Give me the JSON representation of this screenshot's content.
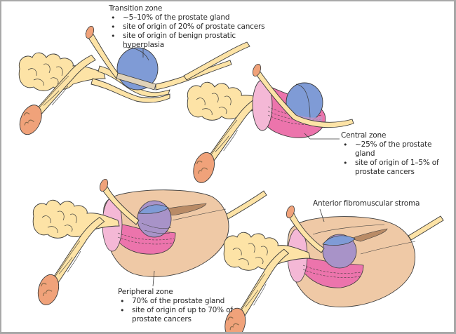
{
  "figure": {
    "panels": [
      {
        "id": "transition",
        "title": "Transition zone",
        "bullets": [
          "~5–10% of the prostate gland",
          "site of origin of 20% of prostate cancers",
          "site of origin of benign prostatic hyperplasia"
        ]
      },
      {
        "id": "central",
        "title": "Central zone",
        "bullets": [
          "~25% of the prostate gland",
          "site of origin of 1–5% of prostate cancers"
        ]
      },
      {
        "id": "peripheral",
        "title": "Peripheral zone",
        "bullets": [
          "70% of the prostate gland",
          "site of origin of up to 70% of prostate cancers"
        ]
      },
      {
        "id": "stroma",
        "title": "Anterior fibromuscular stroma",
        "bullets": []
      }
    ]
  },
  "colors": {
    "transition_zone": "#7f9bd6",
    "central_zone": "#ec74ac",
    "central_zone_light": "#f4b8d6",
    "peripheral_zone": "#efc9a6",
    "seminal_vesicle": "#fde3a6",
    "vas_cut": "#f0a27a",
    "urethra": "#f7dfa0",
    "stroma_band": "#b98b66",
    "outline": "#3a3a3a"
  }
}
